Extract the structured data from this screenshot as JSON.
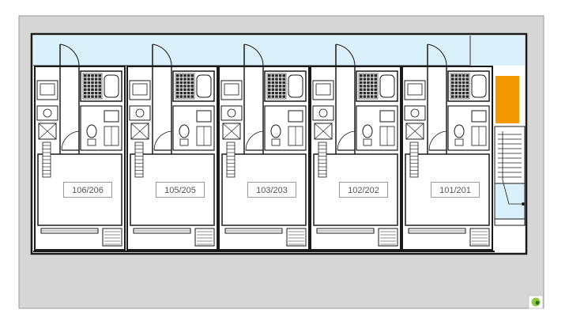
{
  "colors": {
    "site": "#d6d6d6",
    "corridor": "#daf0fa",
    "wall": "#1a1a1a",
    "stair_highlight": "#f39800",
    "marker": "#8dc63f"
  },
  "units": [
    {
      "label": "106/206"
    },
    {
      "label": "105/205"
    },
    {
      "label": "103/203"
    },
    {
      "label": "102/202"
    },
    {
      "label": "101/201"
    }
  ],
  "icons": [
    "door-swing-icon",
    "bathtub-icon",
    "toilet-icon",
    "sink-icon",
    "washer-icon",
    "stair-icon",
    "balcony-rail-icon",
    "marker-icon"
  ]
}
